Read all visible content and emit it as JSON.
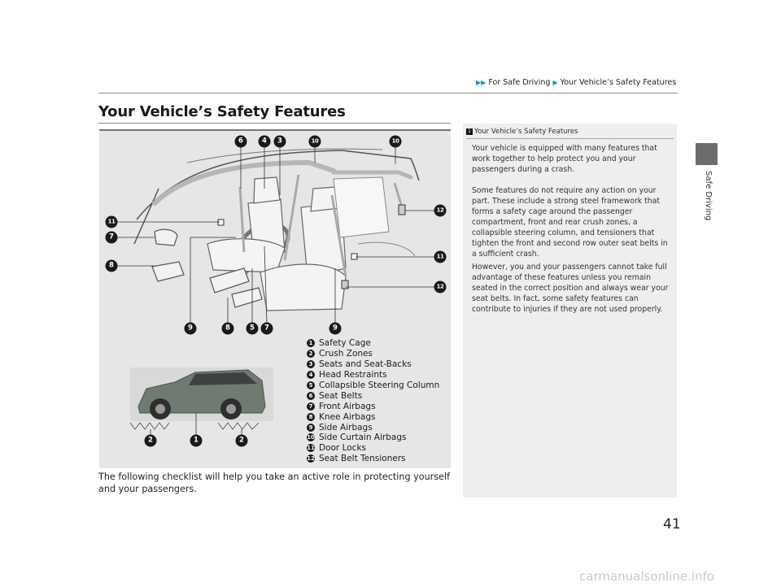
{
  "breadcrumb": {
    "item1": "For Safe Driving",
    "item2": "Your Vehicle’s Safety Features"
  },
  "page_title": "Your Vehicle’s Safety Features",
  "side_tab_label": "Safe Driving",
  "note": {
    "marker": "1",
    "heading": "Your Vehicle’s Safety Features",
    "paragraphs": [
      "Your vehicle is equipped with many features that work together to help protect you and your passengers during a crash.",
      "Some features do not require any action on your part. These include a strong steel framework that forms a safety cage around the passenger compartment, front and rear crush zones, a collapsible steering column, and tensioners that tighten the front and second row outer seat belts in a sufficient crash.",
      "However, you and your passengers cannot take full advantage of these features unless you remain seated in the correct position and always wear your seat belts. In fact, some safety features can contribute to injuries if they are not used properly."
    ]
  },
  "legend": [
    {
      "num": "1",
      "label": "Safety Cage"
    },
    {
      "num": "2",
      "label": "Crush Zones"
    },
    {
      "num": "3",
      "label": "Seats and Seat-Backs"
    },
    {
      "num": "4",
      "label": "Head Restraints"
    },
    {
      "num": "5",
      "label": "Collapsible Steering Column"
    },
    {
      "num": "6",
      "label": "Seat Belts"
    },
    {
      "num": "7",
      "label": "Front Airbags"
    },
    {
      "num": "8",
      "label": "Knee Airbags"
    },
    {
      "num": "9",
      "label": "Side Airbags"
    },
    {
      "num": "10",
      "label": "Side Curtain Airbags"
    },
    {
      "num": "11",
      "label": "Door Locks"
    },
    {
      "num": "12",
      "label": "Seat Belt Tensioners"
    }
  ],
  "callouts": {
    "top": [
      "6",
      "4",
      "3",
      "10",
      "10"
    ],
    "left": [
      "11",
      "7",
      "8"
    ],
    "right": [
      "12",
      "11",
      "12"
    ],
    "bottom": [
      "9",
      "8",
      "5",
      "7",
      "9"
    ],
    "car": [
      "2",
      "1",
      "2"
    ]
  },
  "body_text": "The following checklist will help you take an active role in protecting yourself and your passengers.",
  "page_number": "41",
  "watermark": "carmanualsonline.info",
  "colors": {
    "accent": "#0094d6",
    "callout": "#1a1a1a",
    "car_body": "#6f7b70"
  }
}
